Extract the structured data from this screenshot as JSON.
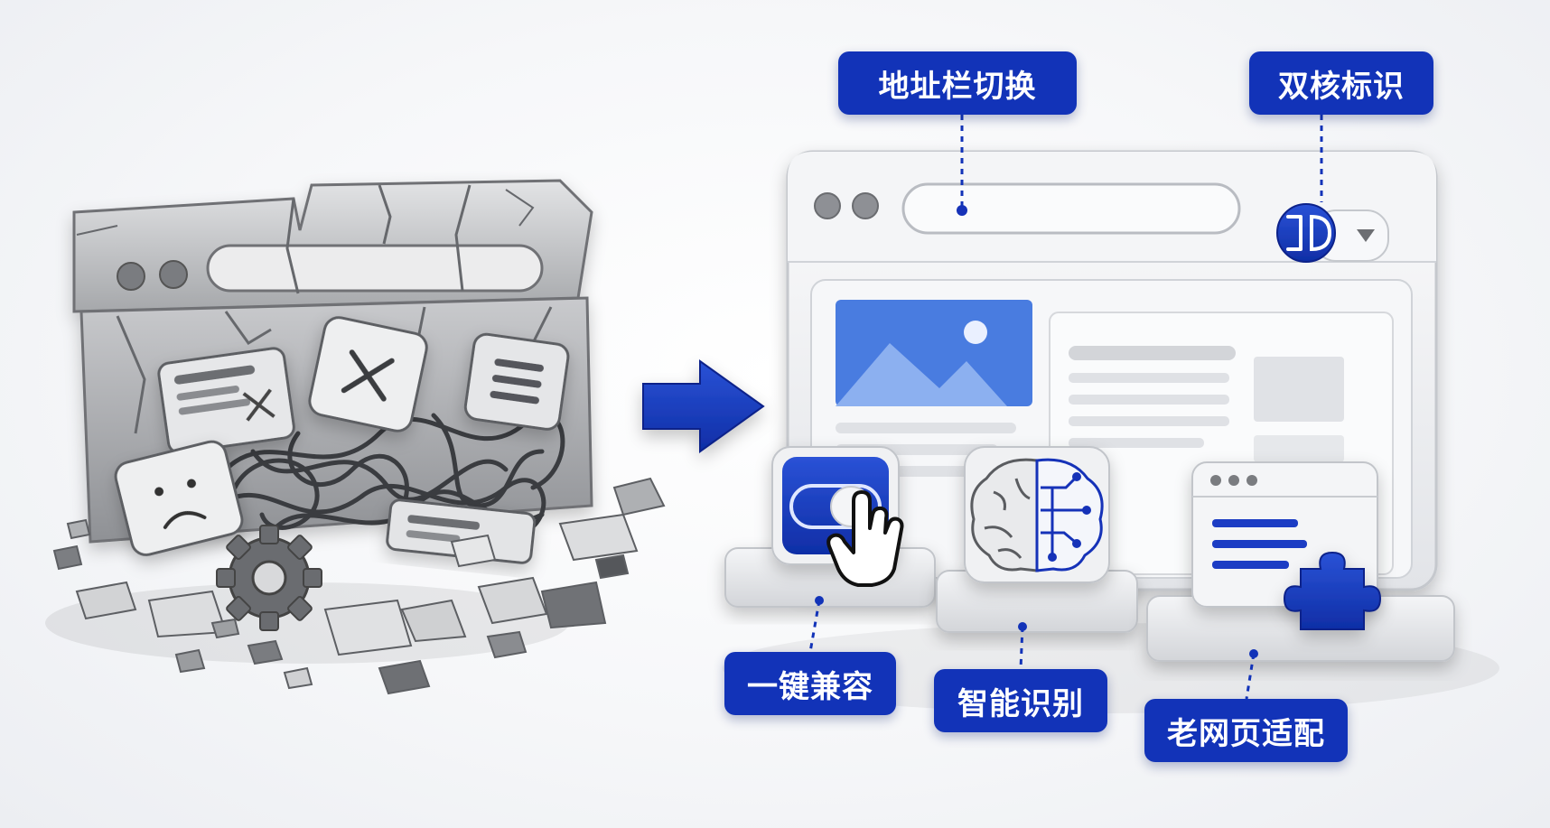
{
  "labels": {
    "address_bar_switch": "地址栏切换",
    "dual_core_indicator": "双核标识",
    "one_click_compat": "一键兼容",
    "smart_detection": "智能识别",
    "legacy_page_adapt": "老网页适配"
  },
  "icons": {
    "broken": [
      "cracked-browser-window-icon",
      "sad-face-icon",
      "close-x-icon",
      "document-icon",
      "tangled-cables-icon",
      "gear-icon",
      "rubble-icon"
    ],
    "fixed": [
      "browser-window-icon",
      "dual-core-badge-icon",
      "toggle-switch-icon",
      "pointer-hand-icon",
      "brain-circuit-icon",
      "puzzle-piece-icon"
    ]
  },
  "colors": {
    "accent": "#1233b8",
    "accent_light": "#4a7be0",
    "stone": "#a9abae",
    "panel": "#eef0f3"
  }
}
